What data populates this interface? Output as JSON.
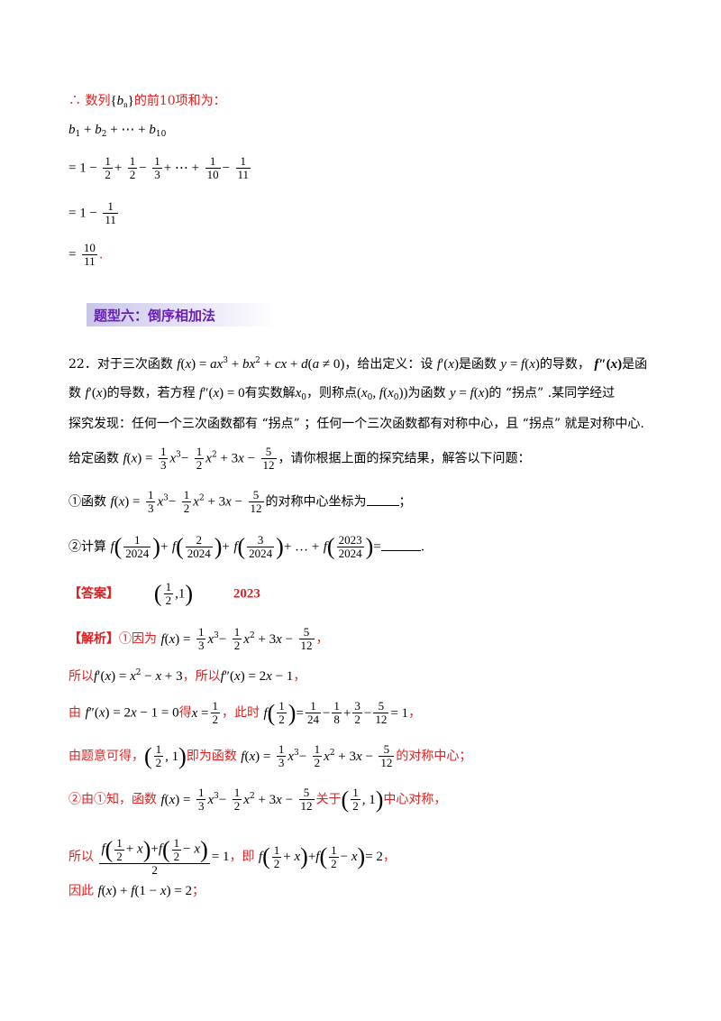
{
  "prev_solution": {
    "conclusion_symbol": "∴",
    "conclusion_text": "数列",
    "seq": "b",
    "seq_sub": "n",
    "conclusion_tail": "的前10项和为：",
    "sum_expr_parts": [
      "b",
      "1",
      " + b",
      "2",
      " + ⋯ + b",
      "10"
    ],
    "step2": "= 1 − 1/2 + 1/2 − 1/3 + ⋯ + 1/10 − 1/11",
    "step3": "= 1 − 1/11",
    "step4": "= 10/11"
  },
  "section": {
    "title": "题型六：倒序相加法"
  },
  "problem": {
    "number": "22．",
    "intro": "对于三次函数",
    "def_text": "，给出定义：设",
    "is_derivative": "是函数",
    "of_text": "的导数，",
    "is_func": "是函",
    "line2_a": "数",
    "line2_b": "的导数，若方程",
    "line2_c": "有实数解",
    "line2_d": "，则称点",
    "line2_e": "为函数",
    "line2_f": "的 “拐点” .某同学经过",
    "line3": "探究发现：任何一个三次函数都有 “拐点” ；任何一个三次函数都有对称中心，且 “拐点” 就是对称中心.",
    "line4_a": "给定函数",
    "line4_b": "，请你根据上面的探究结果，解答以下问题：",
    "q1_a": "①函数",
    "q1_b": "的对称中心坐标为",
    "q1_end": "；",
    "q2_a": "②计算",
    "q2_end": "."
  },
  "answer": {
    "tag": "【答案】",
    "ans1_num": "1",
    "ans1_den": "2",
    "ans1_y": "1",
    "ans2": "2023"
  },
  "analysis": {
    "tag": "【解析】",
    "l1_a": "①因为",
    "l2_a": "所以",
    "l2_b": "，所以",
    "l3_a": "由",
    "l3_b": "得",
    "l3_c": "，此时",
    "l4_a": "由题意可得，",
    "l4_b": "即为函数",
    "l4_c": "的对称中心；",
    "l5_a": "②由①知，函数",
    "l5_b": "关于",
    "l5_c": "中心对称，",
    "l6_a": "所以",
    "l6_b": "，即",
    "l7_a": "因此"
  }
}
